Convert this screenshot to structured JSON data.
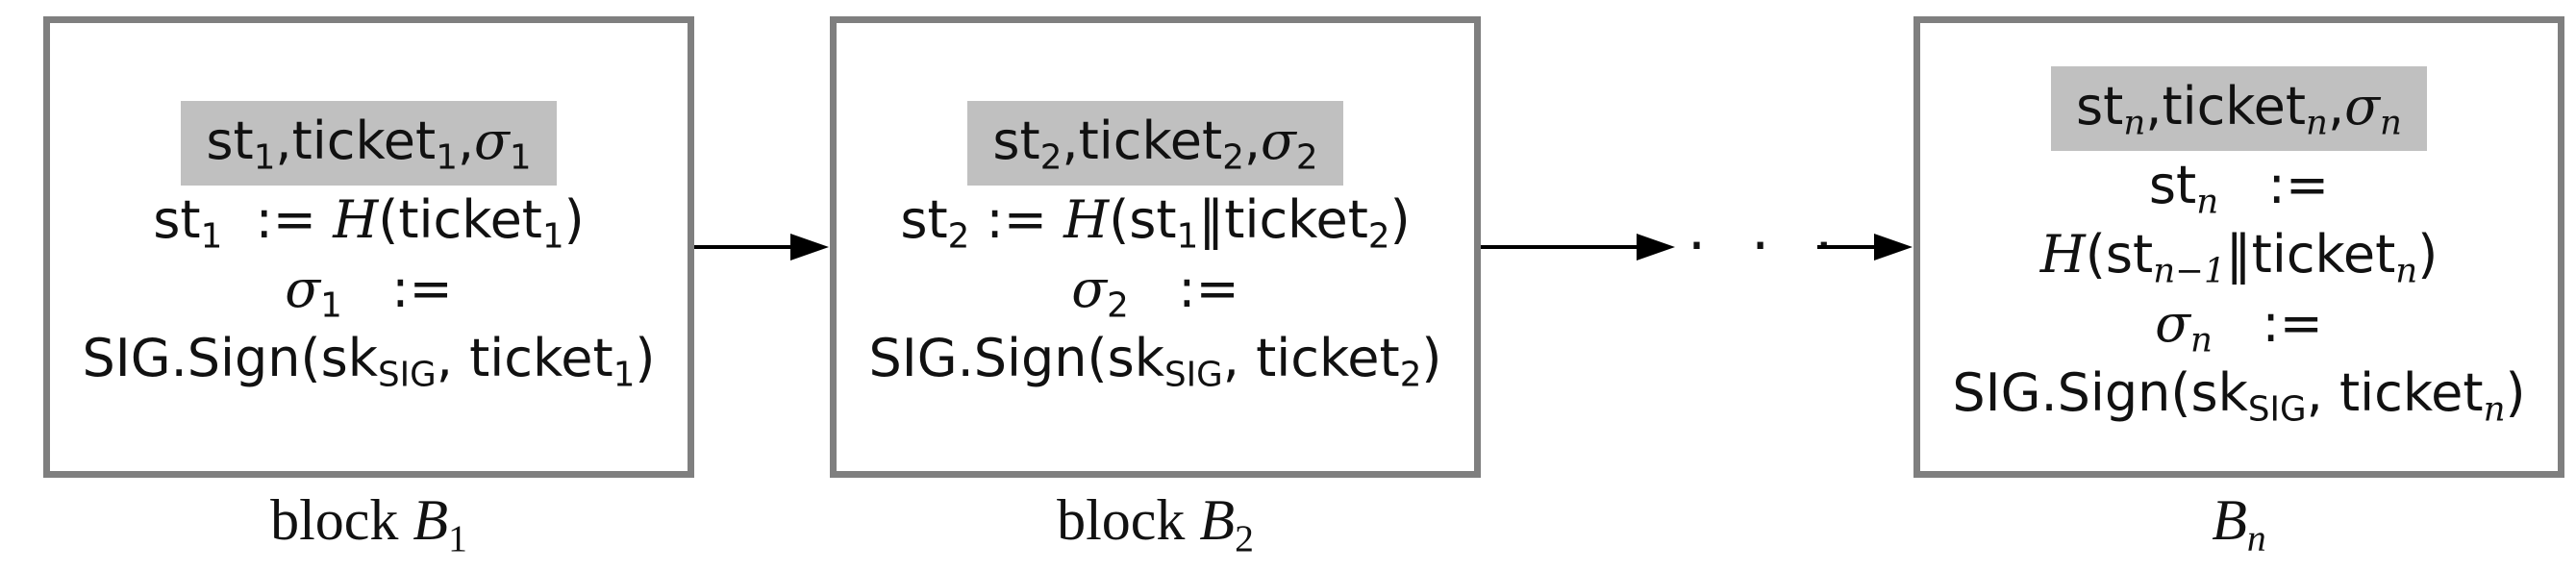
{
  "blocks": [
    {
      "header": {
        "st": "st",
        "st_sub": "1",
        "ticket": "ticket",
        "ticket_sub": "1",
        "sigma": "σ",
        "sigma_sub": "1",
        "sep": ","
      },
      "line1": {
        "lhs": "st",
        "lhs_sub": "1",
        "assign": ":=",
        "func": "H",
        "open": "(",
        "arg": "ticket",
        "arg_sub": "1",
        "close": ")"
      },
      "line2": {
        "lhs": "σ",
        "lhs_sub": "1",
        "assign": ":="
      },
      "line3": {
        "func": "SIG.Sign",
        "open": "(",
        "sk": "sk",
        "sk_sub": "SIG",
        "sep": ",",
        "arg": "ticket",
        "arg_sub": "1",
        "close": ")"
      },
      "caption": {
        "word": "block",
        "name": "B",
        "name_sub": "1"
      }
    },
    {
      "header": {
        "st": "st",
        "st_sub": "2",
        "ticket": "ticket",
        "ticket_sub": "2",
        "sigma": "σ",
        "sigma_sub": "2",
        "sep": ","
      },
      "line1": {
        "lhs": "st",
        "lhs_sub": "2",
        "assign": ":=",
        "func": "H",
        "open": "(",
        "arg0": "st",
        "arg0_sub": "1",
        "concat": "‖",
        "arg": "ticket",
        "arg_sub": "2",
        "close": ")"
      },
      "line2": {
        "lhs": "σ",
        "lhs_sub": "2",
        "assign": ":="
      },
      "line3": {
        "func": "SIG.Sign",
        "open": "(",
        "sk": "sk",
        "sk_sub": "SIG",
        "sep": ",",
        "arg": "ticket",
        "arg_sub": "2",
        "close": ")"
      },
      "caption": {
        "word": "block",
        "name": "B",
        "name_sub": "2"
      }
    },
    {
      "header": {
        "st": "st",
        "st_sub": "n",
        "ticket": "ticket",
        "ticket_sub": "n",
        "sigma": "σ",
        "sigma_sub": "n",
        "sep": ","
      },
      "line1a": {
        "lhs": "st",
        "lhs_sub": "n",
        "assign": ":="
      },
      "line1b": {
        "func": "H",
        "open": "(",
        "arg0": "st",
        "arg0_sub": "n−1",
        "concat": "‖",
        "arg": "ticket",
        "arg_sub": "n",
        "close": ")"
      },
      "line2": {
        "lhs": "σ",
        "lhs_sub": "n",
        "assign": ":="
      },
      "line3": {
        "func": "SIG.Sign",
        "open": "(",
        "sk": "sk",
        "sk_sub": "SIG",
        "sep": ",",
        "arg": "ticket",
        "arg_sub": "n",
        "close": ")"
      },
      "caption": {
        "name": "B",
        "name_sub": "n"
      }
    }
  ],
  "ellipsis": "· · ·",
  "colors": {
    "border": "#7f7f7f",
    "header_bg": "#c0c0c0",
    "arrow": "#000000"
  }
}
